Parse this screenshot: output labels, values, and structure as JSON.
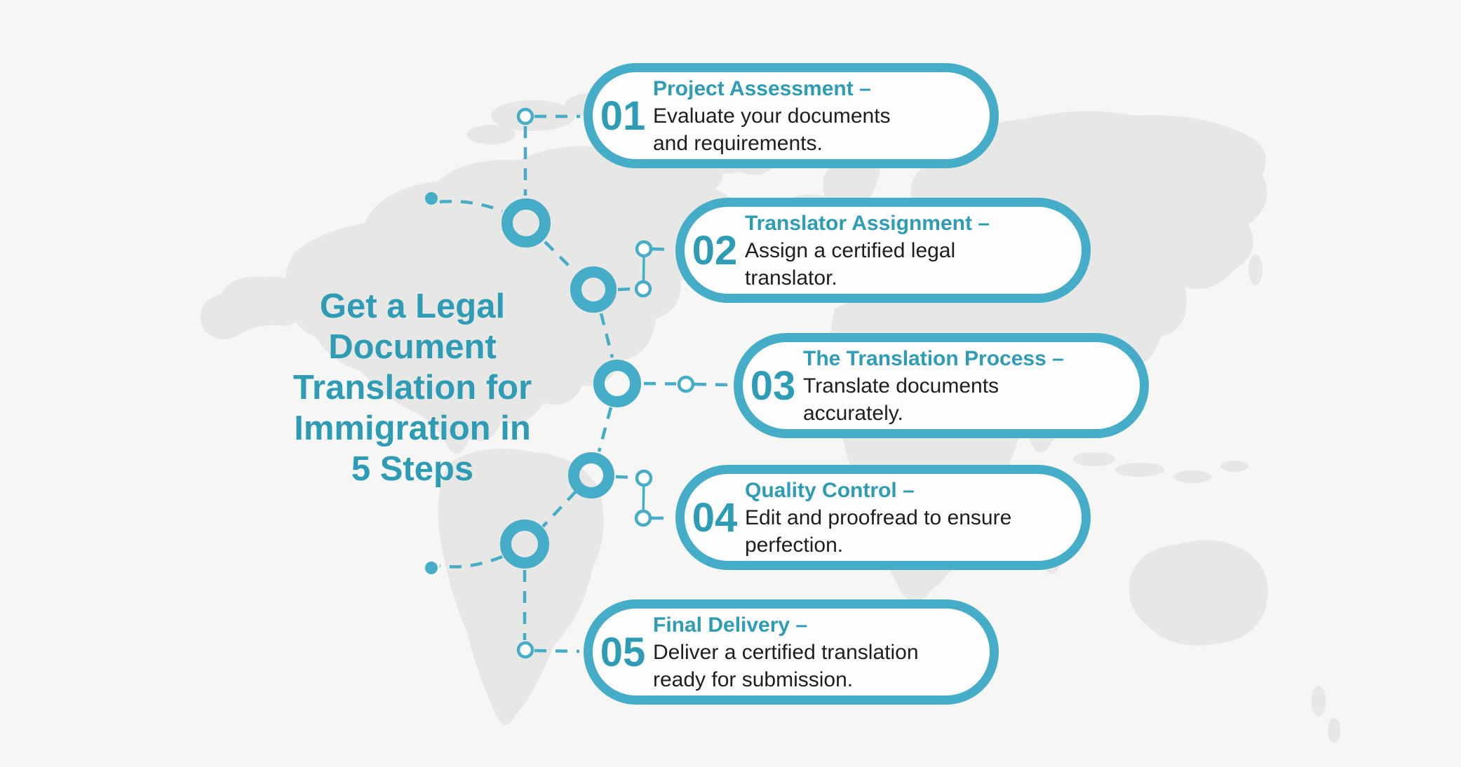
{
  "title": {
    "lines": [
      "Get a Legal",
      "Document",
      "Translation for",
      "Immigration in",
      "5 Steps"
    ]
  },
  "steps": [
    {
      "number": "01",
      "heading": "Project Assessment –",
      "body_lines": [
        "Evaluate your documents",
        "and requirements."
      ]
    },
    {
      "number": "02",
      "heading": "Translator Assignment –",
      "body_lines": [
        "Assign a certified legal",
        "translator."
      ]
    },
    {
      "number": "03",
      "heading": "The Translation Process –",
      "body_lines": [
        "Translate documents",
        "accurately."
      ]
    },
    {
      "number": "04",
      "heading": "Quality Control –",
      "body_lines": [
        "Edit and proofread to ensure",
        "perfection."
      ]
    },
    {
      "number": "05",
      "heading": "Final Delivery –",
      "body_lines": [
        "Deliver a certified translation",
        "ready for submission."
      ]
    }
  ],
  "colors": {
    "accent": "#45adc7",
    "heading_teal": "#2d9cb4",
    "body_text": "#1e1e1e",
    "background": "#f6f6f4",
    "map": "#e7e7e5",
    "card_background": "#fdfdfd"
  }
}
